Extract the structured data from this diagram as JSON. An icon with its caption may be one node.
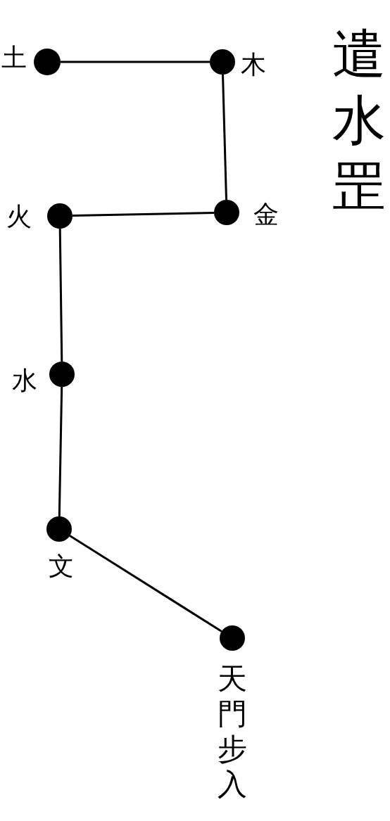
{
  "diagram": {
    "title": "遣水罡",
    "nodes": [
      {
        "text": [],
        "shape": "circle",
        "beside": [
          "土"
        ]
      },
      {
        "text": [],
        "shape": "circle",
        "beside": [
          "木"
        ]
      },
      {
        "text": [],
        "shape": "circle",
        "beside": [
          "火"
        ]
      },
      {
        "text": [],
        "shape": "circle",
        "beside": [
          "金"
        ]
      },
      {
        "text": [],
        "shape": "circle",
        "beside": [
          "水"
        ]
      },
      {
        "text": [],
        "shape": "circle",
        "beside": [
          "文"
        ]
      },
      {
        "text": [],
        "shape": "circle",
        "beside": [
          "天門步入"
        ]
      }
    ],
    "edges": [
      {
        "from": 6,
        "to": 5,
        "arrow": "none"
      },
      {
        "from": 5,
        "to": 4,
        "arrow": "none"
      },
      {
        "from": 4,
        "to": 2,
        "arrow": "none"
      },
      {
        "from": 2,
        "to": 3,
        "arrow": "none"
      },
      {
        "from": 3,
        "to": 1,
        "arrow": "none"
      },
      {
        "from": 1,
        "to": 0,
        "arrow": "none"
      }
    ]
  }
}
